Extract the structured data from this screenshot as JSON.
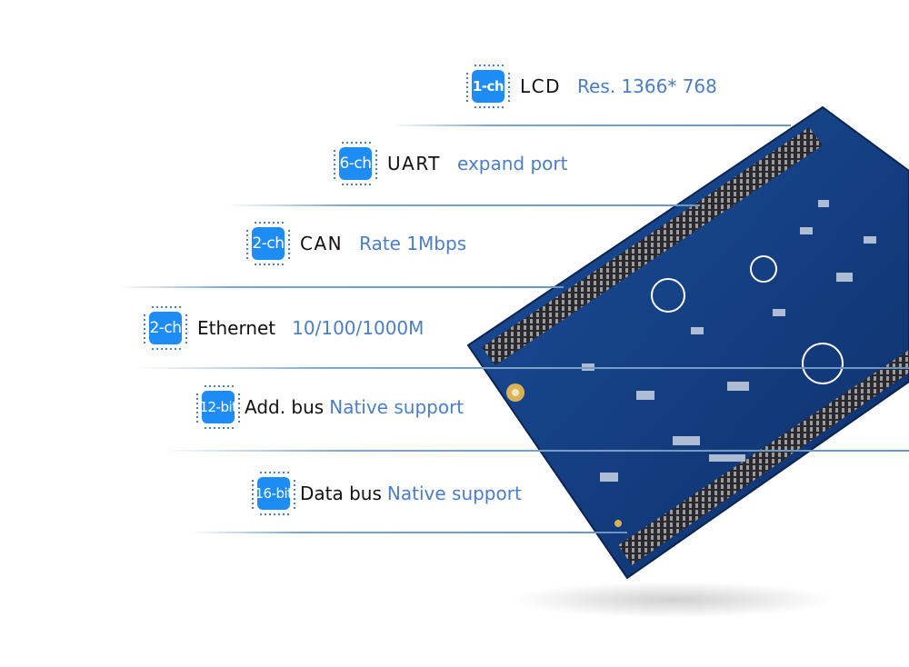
{
  "features": [
    {
      "badge": "1-ch",
      "label": "LCD",
      "value": "Res. 1366* 768"
    },
    {
      "badge": "6-ch",
      "label": "UART",
      "value": "expand port"
    },
    {
      "badge": "2-ch",
      "label": "CAN",
      "value": "Rate 1Mbps"
    },
    {
      "badge": "2-ch",
      "label": "Ethernet",
      "value": "10/100/1000M"
    },
    {
      "badge": "12-bit",
      "label": "Add. bus",
      "value": "Native support"
    },
    {
      "badge": "16-bit",
      "label": "Data bus",
      "value": "Native support"
    }
  ],
  "colors": {
    "badge": "#1e8cf5",
    "value_text": "#4a7fc8",
    "board": "#123a7a"
  },
  "icons": {
    "badge": "chip-icon"
  }
}
